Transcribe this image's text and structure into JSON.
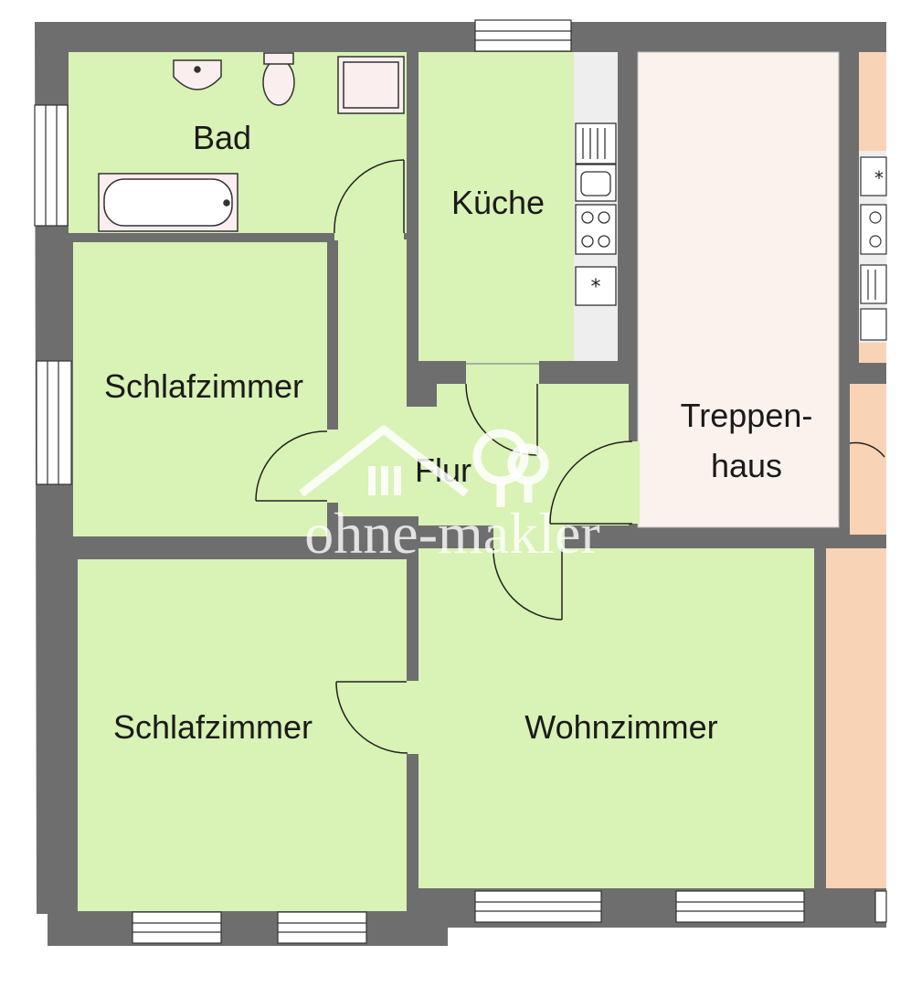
{
  "rooms": {
    "bad": "Bad",
    "kueche": "Küche",
    "schlafzimmer_1": "Schlafzimmer",
    "schlafzimmer_2": "Schlafzimmer",
    "flur": "Flur",
    "treppenhaus_line1": "Treppen-",
    "treppenhaus_line2": "haus",
    "wohnzimmer": "Wohnzimmer"
  },
  "watermark": "ohne-makler",
  "colors": {
    "room_green": "#d9f2b5",
    "wall": "#6e6e6e",
    "stair": "#fbf2ee",
    "neighbor": "#f9d3b5",
    "fixture": "#fbeeee"
  }
}
